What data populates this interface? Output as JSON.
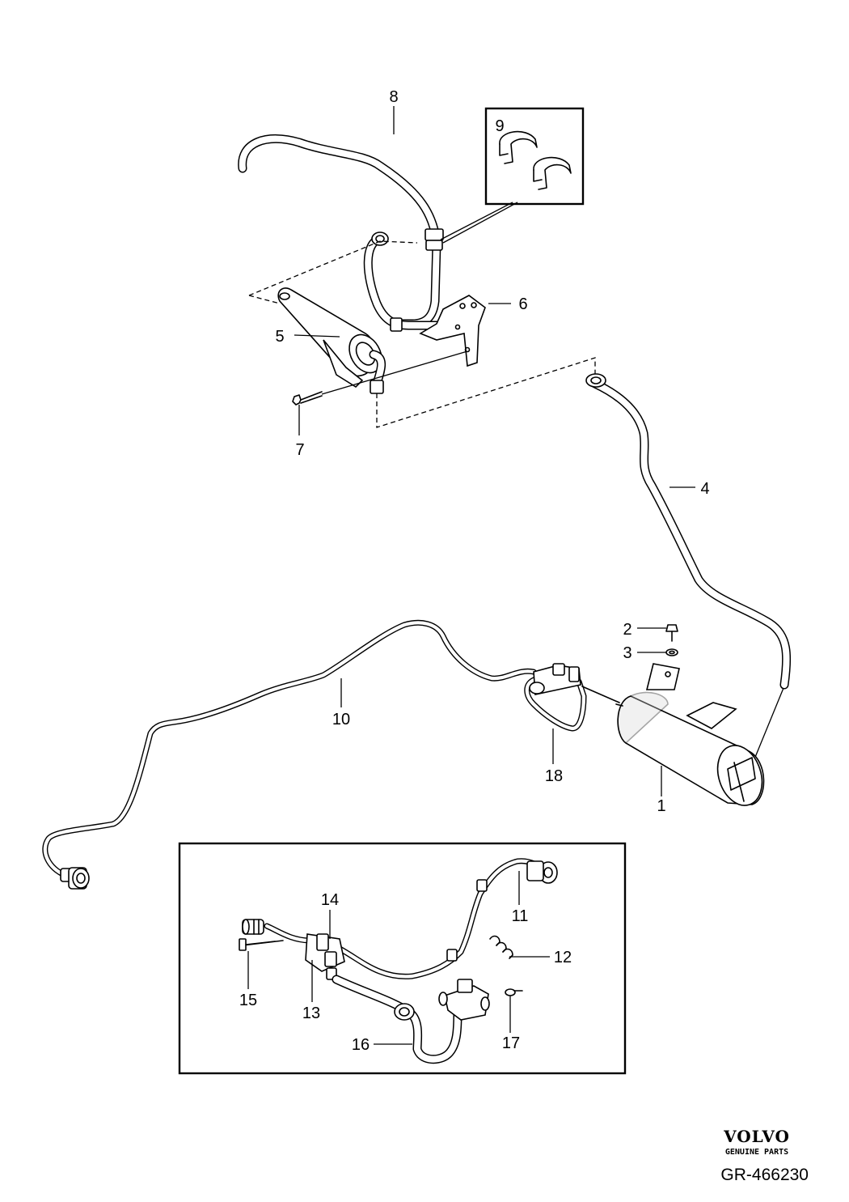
{
  "diagram": {
    "callouts": [
      {
        "id": "c8",
        "text": "8"
      },
      {
        "id": "c9",
        "text": "9"
      },
      {
        "id": "c6",
        "text": "6"
      },
      {
        "id": "c5",
        "text": "5"
      },
      {
        "id": "c7",
        "text": "7"
      },
      {
        "id": "c4",
        "text": "4"
      },
      {
        "id": "c2",
        "text": "2"
      },
      {
        "id": "c3",
        "text": "3"
      },
      {
        "id": "c10",
        "text": "10"
      },
      {
        "id": "c18",
        "text": "18"
      },
      {
        "id": "c1",
        "text": "1"
      },
      {
        "id": "c14",
        "text": "14"
      },
      {
        "id": "c11",
        "text": "11"
      },
      {
        "id": "c12",
        "text": "12"
      },
      {
        "id": "c15",
        "text": "15"
      },
      {
        "id": "c13",
        "text": "13"
      },
      {
        "id": "c16",
        "text": "16"
      },
      {
        "id": "c17",
        "text": "17"
      }
    ]
  },
  "brand": {
    "logo": "VOLVO",
    "tagline": "GENUINE PARTS",
    "reference": "GR-466230"
  }
}
